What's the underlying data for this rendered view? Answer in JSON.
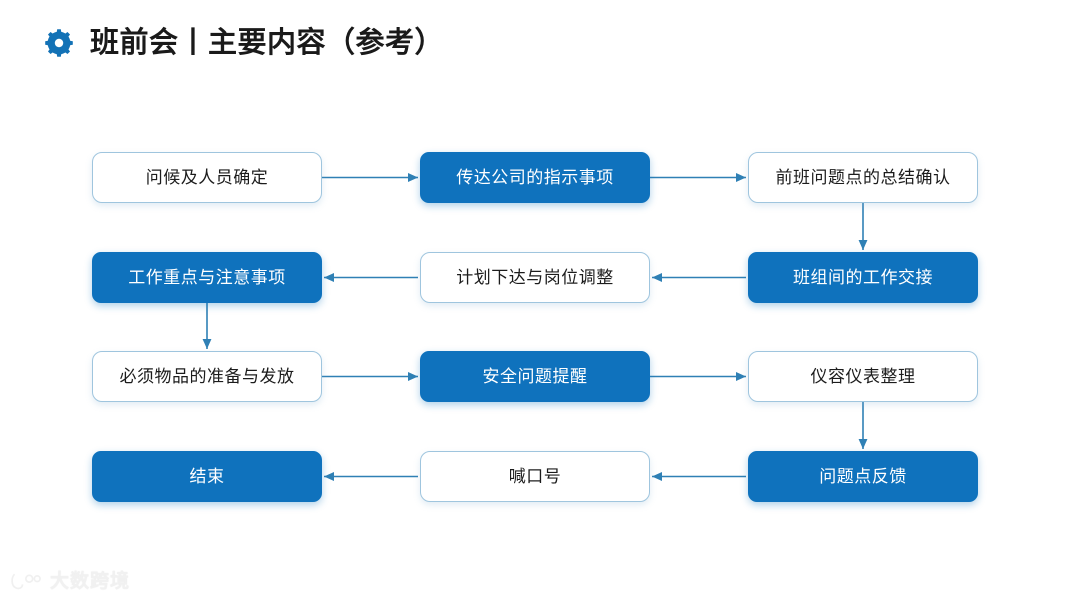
{
  "header": {
    "title": "班前会丨主要内容（参考）",
    "icon": "gear-icon"
  },
  "colors": {
    "accent_blue": "#0f72bd",
    "node_border": "#9fc5de",
    "connector": "#2f80b5",
    "title_text": "#1a1a1a",
    "watermark": "#f1f1f1"
  },
  "flowchart": {
    "type": "flow-diagram",
    "nodes": [
      {
        "id": "n1",
        "label": "问候及人员确定",
        "style": "light",
        "row": 1,
        "col": 1
      },
      {
        "id": "n2",
        "label": "传达公司的指示事项",
        "style": "dark",
        "row": 1,
        "col": 2
      },
      {
        "id": "n3",
        "label": "前班问题点的总结确认",
        "style": "light",
        "row": 1,
        "col": 3
      },
      {
        "id": "n4",
        "label": "工作重点与注意事项",
        "style": "dark",
        "row": 2,
        "col": 1
      },
      {
        "id": "n5",
        "label": "计划下达与岗位调整",
        "style": "light",
        "row": 2,
        "col": 2
      },
      {
        "id": "n6",
        "label": "班组间的工作交接",
        "style": "dark",
        "row": 2,
        "col": 3
      },
      {
        "id": "n7",
        "label": "必须物品的准备与发放",
        "style": "light",
        "row": 3,
        "col": 1
      },
      {
        "id": "n8",
        "label": "安全问题提醒",
        "style": "dark",
        "row": 3,
        "col": 2
      },
      {
        "id": "n9",
        "label": "仪容仪表整理",
        "style": "light",
        "row": 3,
        "col": 3
      },
      {
        "id": "n10",
        "label": "结束",
        "style": "dark",
        "row": 4,
        "col": 1
      },
      {
        "id": "n11",
        "label": "喊口号",
        "style": "light",
        "row": 4,
        "col": 2
      },
      {
        "id": "n12",
        "label": "问题点反馈",
        "style": "dark",
        "row": 4,
        "col": 3
      }
    ],
    "edges": [
      {
        "from": "n1",
        "to": "n2",
        "direction": "right"
      },
      {
        "from": "n2",
        "to": "n3",
        "direction": "right"
      },
      {
        "from": "n3",
        "to": "n6",
        "direction": "down"
      },
      {
        "from": "n6",
        "to": "n5",
        "direction": "left"
      },
      {
        "from": "n5",
        "to": "n4",
        "direction": "left"
      },
      {
        "from": "n4",
        "to": "n7",
        "direction": "down"
      },
      {
        "from": "n7",
        "to": "n8",
        "direction": "right"
      },
      {
        "from": "n8",
        "to": "n9",
        "direction": "right"
      },
      {
        "from": "n9",
        "to": "n12",
        "direction": "down"
      },
      {
        "from": "n12",
        "to": "n11",
        "direction": "left"
      },
      {
        "from": "n11",
        "to": "n10",
        "direction": "left"
      }
    ]
  },
  "watermark": {
    "text": "大数跨境"
  }
}
